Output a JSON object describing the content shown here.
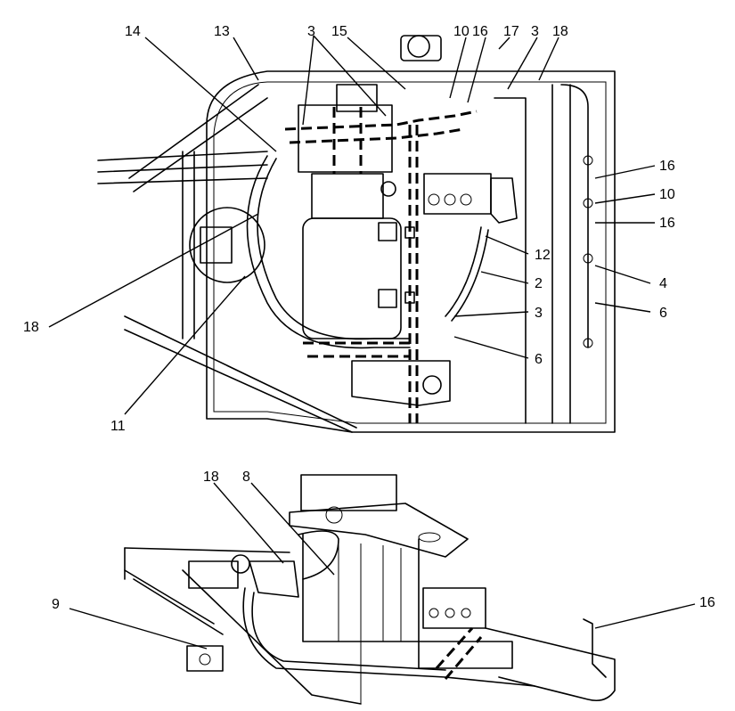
{
  "diagram": {
    "upper_view": {
      "callouts": [
        "13",
        "14",
        "3",
        "15",
        "10",
        "16",
        "17",
        "3",
        "18",
        "16",
        "10",
        "16",
        "12",
        "4",
        "2",
        "6",
        "3",
        "6",
        "18",
        "11"
      ]
    },
    "lower_view": {
      "callouts": [
        "18",
        "8",
        "9",
        "16"
      ]
    }
  }
}
